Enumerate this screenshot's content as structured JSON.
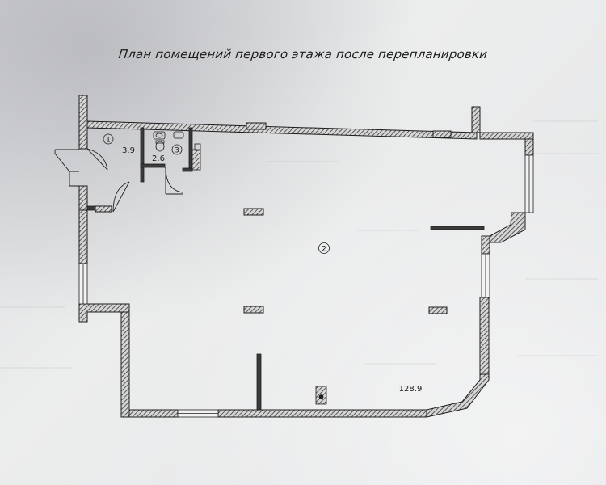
{
  "title": "План помещений первого этажа после перепланировки",
  "rooms": [
    {
      "number": "1",
      "area": "3.9"
    },
    {
      "number": "2",
      "area": "128.9"
    },
    {
      "number": "3",
      "area": "2.6"
    }
  ],
  "colors": {
    "wall": "#4a4a4a",
    "hatch": "#8a8a8a",
    "line": "#1e1e1e"
  }
}
